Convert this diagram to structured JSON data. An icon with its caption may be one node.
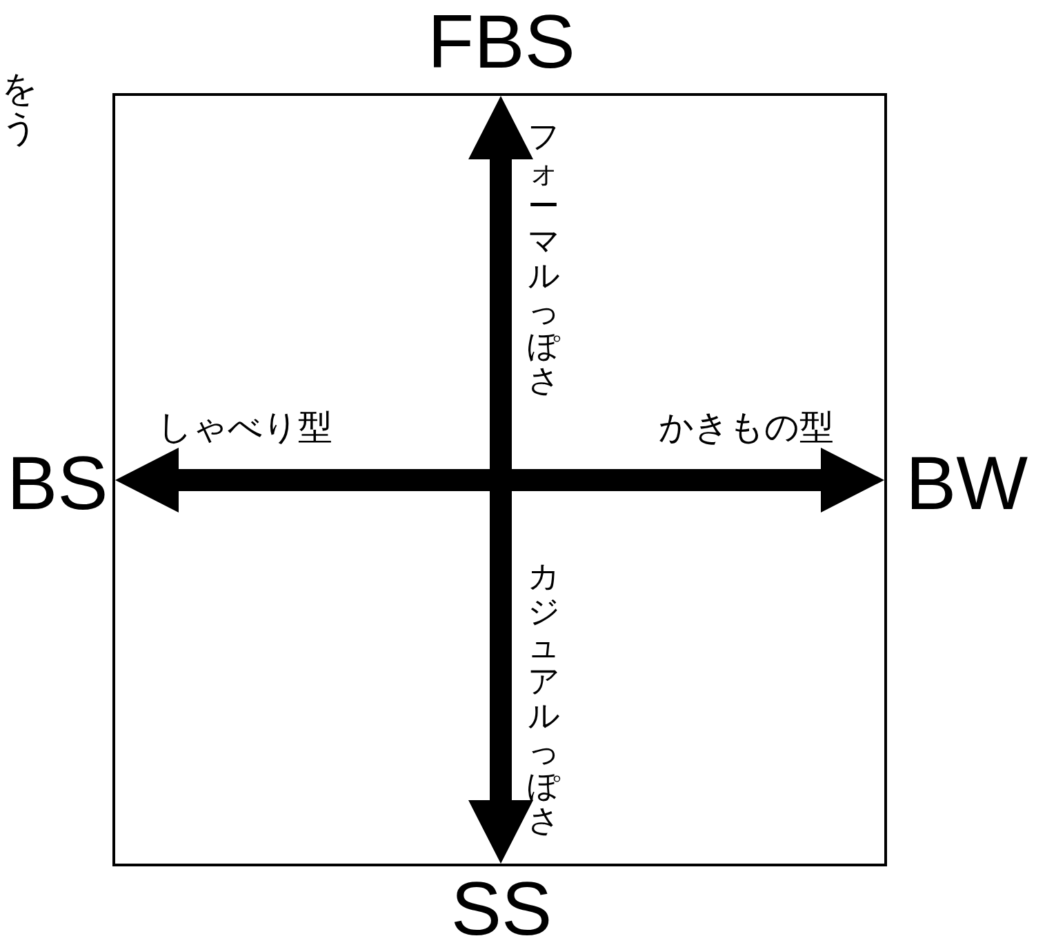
{
  "diagram": {
    "labels": [
      "をう",
      "FBS",
      "フォーマルっぽさ",
      "しゃべり型",
      "かきもの型",
      "BS",
      "BW",
      "カジュアルっぽさ",
      "SS"
    ]
  }
}
